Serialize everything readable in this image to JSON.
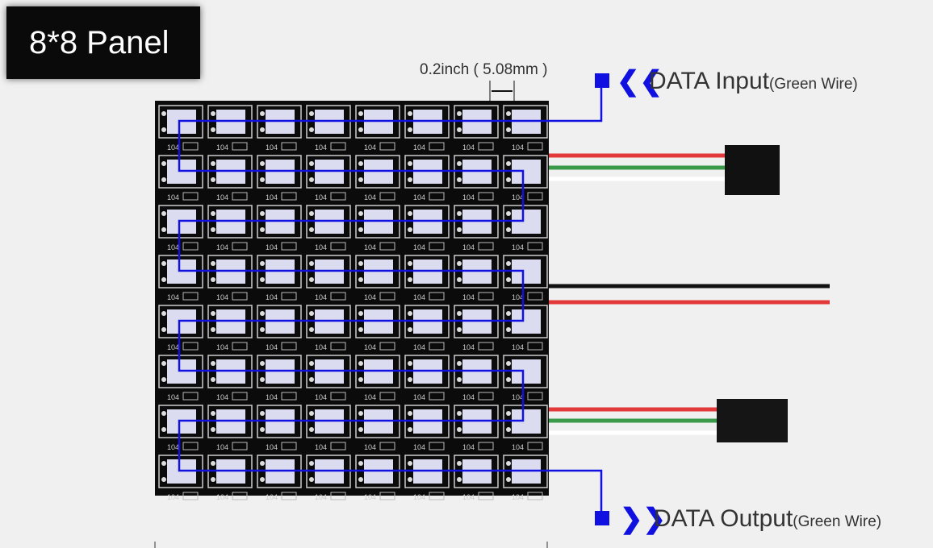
{
  "title": "8*8 Panel",
  "dimension_label": "0.2inch ( 5.08mm )",
  "data_input": {
    "label": "DATA Input",
    "note": "(Green Wire)"
  },
  "data_output": {
    "label": "DATA Output",
    "note": "(Green Wire)"
  },
  "panel": {
    "rows": 8,
    "cols": 8,
    "resistor_label": "104"
  },
  "colors": {
    "signal": "#1010e0",
    "pcb": "#0b0b0b",
    "led": "#dcdcf0",
    "red_wire": "#e23a3a",
    "green_wire": "#3a9a4a",
    "black_wire": "#111111"
  }
}
